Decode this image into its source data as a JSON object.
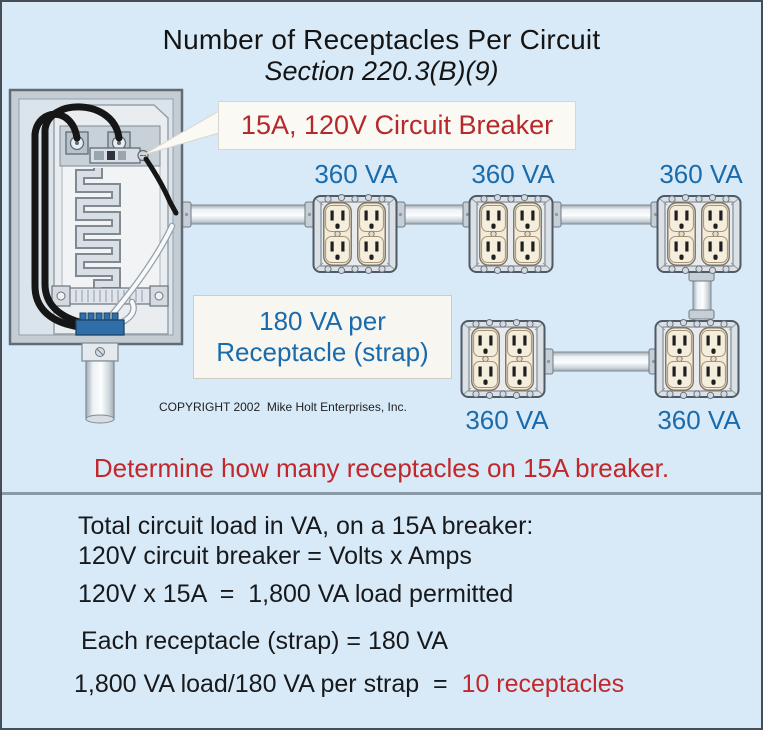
{
  "title": {
    "line1": "Number of Receptacles Per Circuit",
    "line2": "Section 220.3(B)(9)"
  },
  "diagram": {
    "breaker_callout": "15A, 120V Circuit Breaker",
    "va_labels": [
      "360 VA",
      "360 VA",
      "360 VA",
      "360 VA",
      "360 VA"
    ],
    "per_receptacle_note": {
      "line1": "180 VA per",
      "line2": "Receptacle (strap)"
    },
    "copyright": "COPYRIGHT 2002  Mike Holt Enterprises, Inc.",
    "receptacle_boxes_count": 5,
    "receptacles_per_box_va": 360,
    "per_strap_va": 180
  },
  "question": "Determine how many receptacles on 15A breaker.",
  "solution": {
    "line1": "Total circuit load in VA, on a 15A breaker:",
    "line2": "120V circuit breaker = Volts x Amps",
    "line3": "120V x 15A  =  1,800 VA load permitted",
    "line4": "Each receptacle (strap) = 180 VA",
    "line5_prefix": "1,800 VA load/180 VA per strap  =  ",
    "line5_result": "10 receptacles"
  },
  "colors": {
    "background": "#d8eaf7",
    "accent_blue": "#1a6bab",
    "accent_red": "#c1282c",
    "divider_gray": "#8a9ba7",
    "panel_gray": "#c5cdd4",
    "receptacle_cream": "#f4ead7"
  }
}
